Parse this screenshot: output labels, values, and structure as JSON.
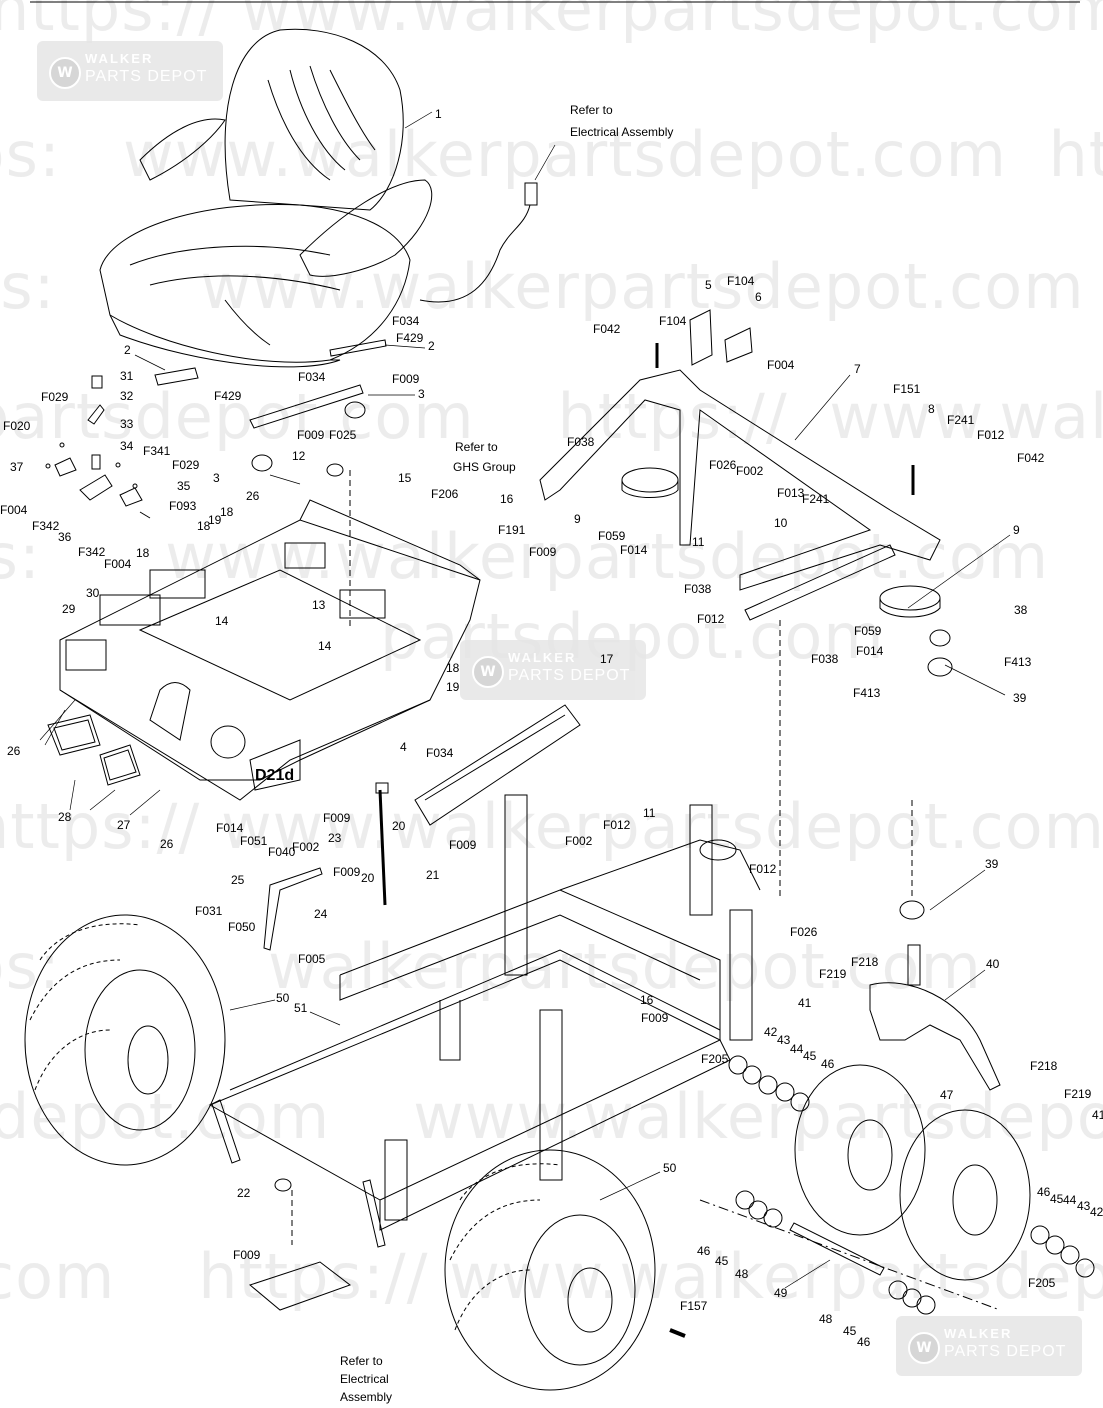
{
  "watermark": {
    "text_https": "https://",
    "text_www": "www.walkerpartsdepot.com",
    "text_domain": "walkerpartsdepot.com",
    "text_depot": "partsdepot.com",
    "text_com": "com",
    "text_depot_com": "depot.com",
    "text_tps": "tps:",
    "text_ps": "ps:",
    "text_walker": "walkerpartsdepot.com"
  },
  "logo": {
    "brand_top": "WALKER",
    "brand_bottom": "PARTS DEPOT",
    "mark": "W"
  },
  "notes": {
    "electrical_top": [
      "Refer to",
      "Electrical Assembly"
    ],
    "ghs": [
      "Refer to",
      "GHS Group"
    ],
    "electrical_bottom": [
      "Refer to",
      "Electrical",
      "Assembly"
    ],
    "deck_mark": "D21d"
  },
  "callouts": {
    "c1": "1",
    "c2a": "2",
    "c2b": "2",
    "c3a": "3",
    "c3b": "3",
    "c4": "4",
    "c5": "5",
    "c6": "6",
    "c7": "7",
    "c8": "8",
    "c9a": "9",
    "c9b": "9",
    "c10": "10",
    "c11a": "11",
    "c11b": "11",
    "c12": "12",
    "c13": "13",
    "c14a": "14",
    "c14b": "14",
    "c15": "15",
    "c16a": "16",
    "c16b": "16",
    "c17": "17",
    "c18a": "18",
    "c18b": "18",
    "c18c": "18",
    "c18d": "18",
    "c19a": "19",
    "c19b": "19",
    "c20a": "20",
    "c20b": "20",
    "c21": "21",
    "c22": "22",
    "c23": "23",
    "c24": "24",
    "c25": "25",
    "c26a": "26",
    "c26b": "26",
    "c26c": "26",
    "c27": "27",
    "c28": "28",
    "c29": "29",
    "c30": "30",
    "c31": "31",
    "c32": "32",
    "c33": "33",
    "c34": "34",
    "c35": "35",
    "c36": "36",
    "c37": "37",
    "c38": "38",
    "c39a": "39",
    "c39b": "39",
    "c40": "40",
    "c41a": "41",
    "c41b": "41",
    "c42a": "42",
    "c42b": "42",
    "c43a": "43",
    "c43b": "43",
    "c44a": "44",
    "c44b": "44",
    "c45a": "45",
    "c45b": "45",
    "c45c": "45",
    "c45d": "45",
    "c46a": "46",
    "c46b": "46",
    "c46c": "46",
    "c46d": "46",
    "c47": "47",
    "c48a": "48",
    "c48b": "48",
    "c49": "49",
    "c50a": "50",
    "c50b": "50",
    "c51": "51",
    "F002a": "F002",
    "F002b": "F002",
    "F002c": "F002",
    "F004a": "F004",
    "F004b": "F004",
    "F004c": "F004",
    "F005": "F005",
    "F009a": "F009",
    "F009b": "F009",
    "F009c": "F009",
    "F009d": "F009",
    "F009e": "F009",
    "F009f": "F009",
    "F009g": "F009",
    "F009h": "F009",
    "F012a": "F012",
    "F012b": "F012",
    "F012c": "F012",
    "F012d": "F012",
    "F013": "F013",
    "F014a": "F014",
    "F014b": "F014",
    "F014c": "F014",
    "F020": "F020",
    "F025": "F025",
    "F026a": "F026",
    "F026b": "F026",
    "F029a": "F029",
    "F029b": "F029",
    "F031": "F031",
    "F034a": "F034",
    "F034b": "F034",
    "F034c": "F034",
    "F038a": "F038",
    "F038b": "F038",
    "F038c": "F038",
    "F040": "F040",
    "F042a": "F042",
    "F042b": "F042",
    "F050": "F050",
    "F051": "F051",
    "F059a": "F059",
    "F059b": "F059",
    "F093": "F093",
    "F104a": "F104",
    "F104b": "F104",
    "F151": "F151",
    "F157": "F157",
    "F191": "F191",
    "F205a": "F205",
    "F205b": "F205",
    "F206": "F206",
    "F218a": "F218",
    "F218b": "F218",
    "F219a": "F219",
    "F219b": "F219",
    "F241a": "F241",
    "F241b": "F241",
    "F341": "F341",
    "F342a": "F342",
    "F342b": "F342",
    "F413a": "F413",
    "F413b": "F413",
    "F429a": "F429",
    "F429b": "F429"
  },
  "colors": {
    "line": "#000000",
    "background": "#ffffff",
    "watermark": "#000000",
    "logo": "#d8d8d8"
  }
}
